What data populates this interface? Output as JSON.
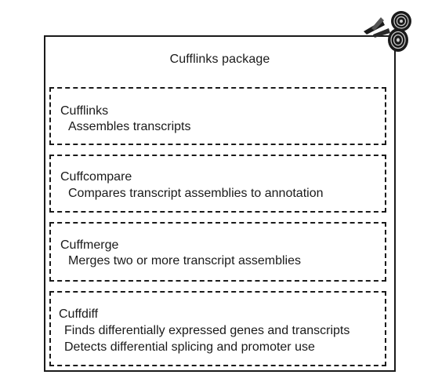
{
  "package": {
    "title": "Cufflinks package"
  },
  "modules": [
    {
      "name": "Cufflinks",
      "descriptions": [
        "Assembles transcripts"
      ]
    },
    {
      "name": "Cuffcompare",
      "descriptions": [
        "Compares transcript assemblies to annotation"
      ]
    },
    {
      "name": "Cuffmerge",
      "descriptions": [
        "Merges two or more transcript assemblies"
      ]
    },
    {
      "name": "Cuffdiff",
      "descriptions": [
        "Finds differentially expressed genes and transcripts",
        "Detects differential splicing and promoter use"
      ]
    }
  ],
  "icons": {
    "corner": "cufflink-pins-icon"
  }
}
